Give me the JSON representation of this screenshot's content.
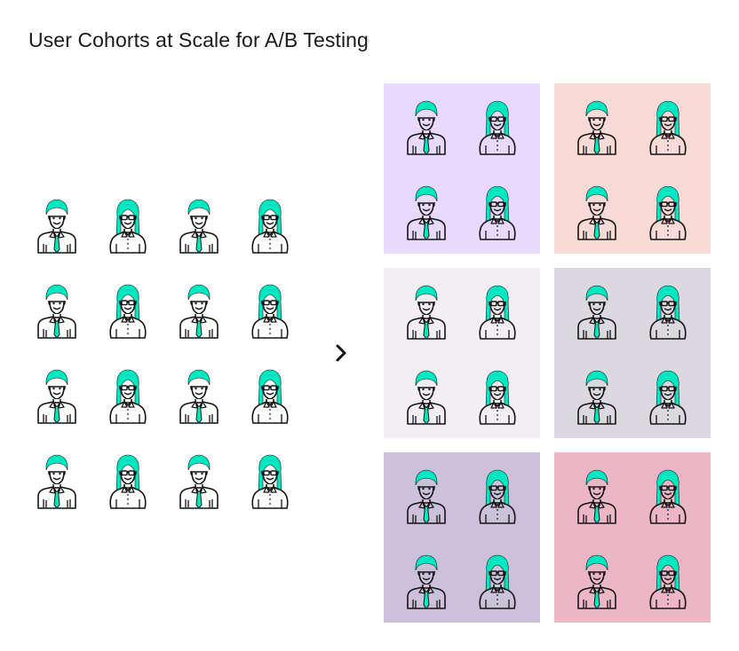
{
  "title": "User Cohorts at Scale for A/B Testing",
  "colors": {
    "hair": "#00E8C2",
    "tie": "#00E8C2",
    "line": "#141414",
    "skin": "#ffffff"
  },
  "population": {
    "rows": [
      [
        "man",
        "woman",
        "man",
        "woman"
      ],
      [
        "man",
        "woman",
        "man",
        "woman"
      ],
      [
        "man",
        "woman",
        "man",
        "woman"
      ],
      [
        "man",
        "woman",
        "man",
        "woman"
      ]
    ]
  },
  "arrow_icon": "chevron-right-icon",
  "cohorts": [
    {
      "id": "cohort-1",
      "color": "#E7DAFE",
      "members": [
        "man",
        "woman",
        "man",
        "woman"
      ]
    },
    {
      "id": "cohort-2",
      "color": "#F9DAD7",
      "members": [
        "man",
        "woman",
        "man",
        "woman"
      ]
    },
    {
      "id": "cohort-3",
      "color": "#F2EEF4",
      "members": [
        "man",
        "woman",
        "man",
        "woman"
      ]
    },
    {
      "id": "cohort-4",
      "color": "#DBD8DF",
      "members": [
        "man",
        "woman",
        "man",
        "woman"
      ]
    },
    {
      "id": "cohort-5",
      "color": "#CBC1DB",
      "members": [
        "man",
        "woman",
        "man",
        "woman"
      ]
    },
    {
      "id": "cohort-6",
      "color": "#ECB6C6",
      "members": [
        "man",
        "woman",
        "man",
        "woman"
      ]
    }
  ]
}
